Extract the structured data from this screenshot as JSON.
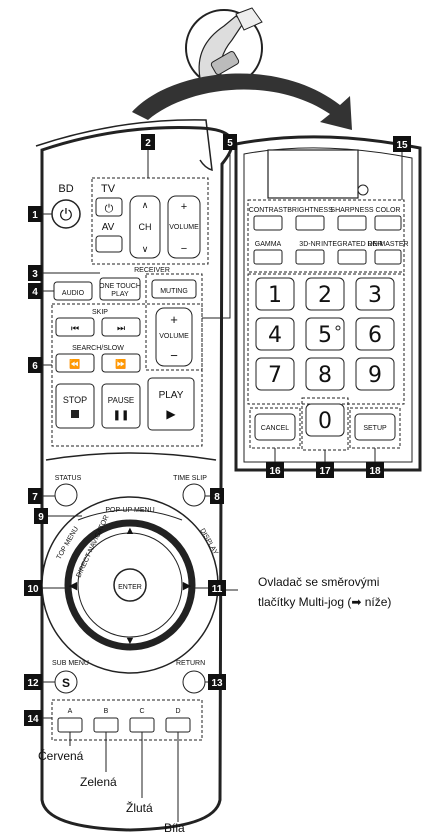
{
  "colors": {
    "badge": "#111111",
    "remote_body": "#ffffff",
    "outline": "#222222",
    "dashed": "#222222"
  },
  "badges": [
    "1",
    "2",
    "3",
    "4",
    "5",
    "6",
    "7",
    "8",
    "9",
    "10",
    "11",
    "12",
    "13",
    "14",
    "15",
    "16",
    "17",
    "18"
  ],
  "main_remote": {
    "bd_label": "BD",
    "tv_label": "TV",
    "av_label": "AV",
    "ch_label": "CH",
    "volume_label": "VOLUME",
    "receiver_label": "RECEIVER",
    "audio_label": "AUDIO",
    "one_touch_play_line1": "ONE TOUCH",
    "one_touch_play_line2": "PLAY",
    "muting_label": "MUTING",
    "volume2_label": "VOLUME",
    "skip_label": "SKIP",
    "search_slow_label": "SEARCH/SLOW",
    "stop_label": "STOP",
    "pause_label": "PAUSE",
    "play_label": "PLAY",
    "status_label": "STATUS",
    "time_slip_label": "TIME SLIP",
    "popup_menu_label": "POP-UP MENU",
    "top_menu_label": "TOP MENU",
    "direct_navigator_label": "DIRECT NAVIGATOR",
    "display_label": "DISPLAY",
    "enter_label": "ENTER",
    "sub_menu_label": "SUB MENU",
    "sub_menu_s": "S",
    "return_label": "RETURN",
    "color_buttons": [
      "A",
      "B",
      "C",
      "D"
    ]
  },
  "color_names": [
    "Červená",
    "Zelená",
    "Žlutá",
    "Bílá"
  ],
  "callout": {
    "line1": "Ovladač se směrovými",
    "line2": "tlačítky Multi-jog (➡ níže)"
  },
  "open_remote": {
    "picture_labels": [
      "CONTRAST",
      "BRIGHTNESS",
      "SHARPNESS",
      "COLOR"
    ],
    "picture_labels2": [
      "GAMMA",
      "3D-NR",
      "INTEGRATED DNR",
      "RE-MASTER"
    ],
    "keypad": [
      "1",
      "2",
      "3",
      "4",
      "5",
      "6",
      "7",
      "8",
      "9"
    ],
    "cancel_label": "CANCEL",
    "zero_label": "0",
    "setup_label": "SETUP"
  }
}
